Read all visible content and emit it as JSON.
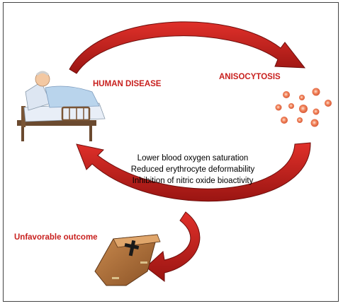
{
  "labels": {
    "human_disease": "HUMAN DISEASE",
    "anisocytosis": "ANISOCYTOSIS",
    "unfavorable_outcome": "Unfavorable outcome"
  },
  "mechanisms": [
    "Lower blood oxygen saturation",
    "Reduced erythrocyte deformability",
    "Inhibition of nitric oxide bioactivity"
  ],
  "colors": {
    "arrow": "#c8201e",
    "label": "#c8201e",
    "cell": "#e8704a"
  },
  "icons": [
    "patient-in-bed-icon",
    "red-blood-cells-icon",
    "coffin-icon"
  ]
}
